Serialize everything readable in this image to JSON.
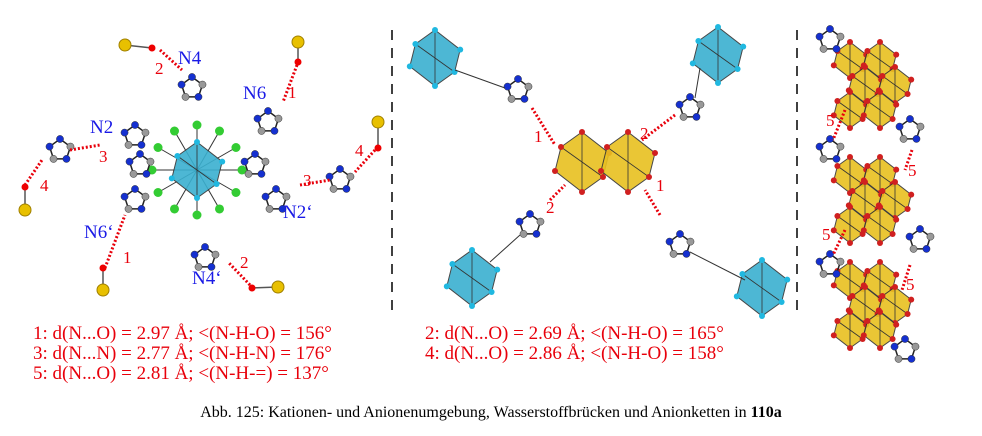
{
  "figure": {
    "left_panel": {
      "atom_labels": [
        "N4",
        "N6",
        "N2",
        "N2‘",
        "N6‘",
        "N4‘"
      ],
      "bond_numbers": [
        "2",
        "1",
        "3",
        "4",
        "3",
        "4",
        "1",
        "2"
      ]
    },
    "middle_panel": {
      "bond_numbers": [
        "1",
        "2",
        "2",
        "1"
      ]
    },
    "right_panel": {
      "bond_numbers": [
        "5",
        "5",
        "5",
        "5"
      ]
    },
    "legend": [
      "1: d(N...O) = 2.97 Å;  <(N-H-O) = 156°",
      "3: d(N...N) = 2.77 Å;  <(N-H-N) = 176°",
      "5: d(N...O) = 2.81 Å;  <(N-H-=) = 137°",
      "2: d(N...O) = 2.69 Å;  <(N-H-O) = 165°",
      "4: d(N...O) = 2.86 Å;  <(N-H-O) = 158°"
    ],
    "caption": {
      "text": "Abb. 125: Kationen- und Anionenumgebung, Wasserstoffbrücken und Anionketten in ",
      "bold": "110a"
    },
    "colors": {
      "red": "#e8000b",
      "blue": "#1a1ae6",
      "cyan": "#3ab0d0",
      "gold": "#e8c020",
      "green": "#33cc33"
    }
  }
}
